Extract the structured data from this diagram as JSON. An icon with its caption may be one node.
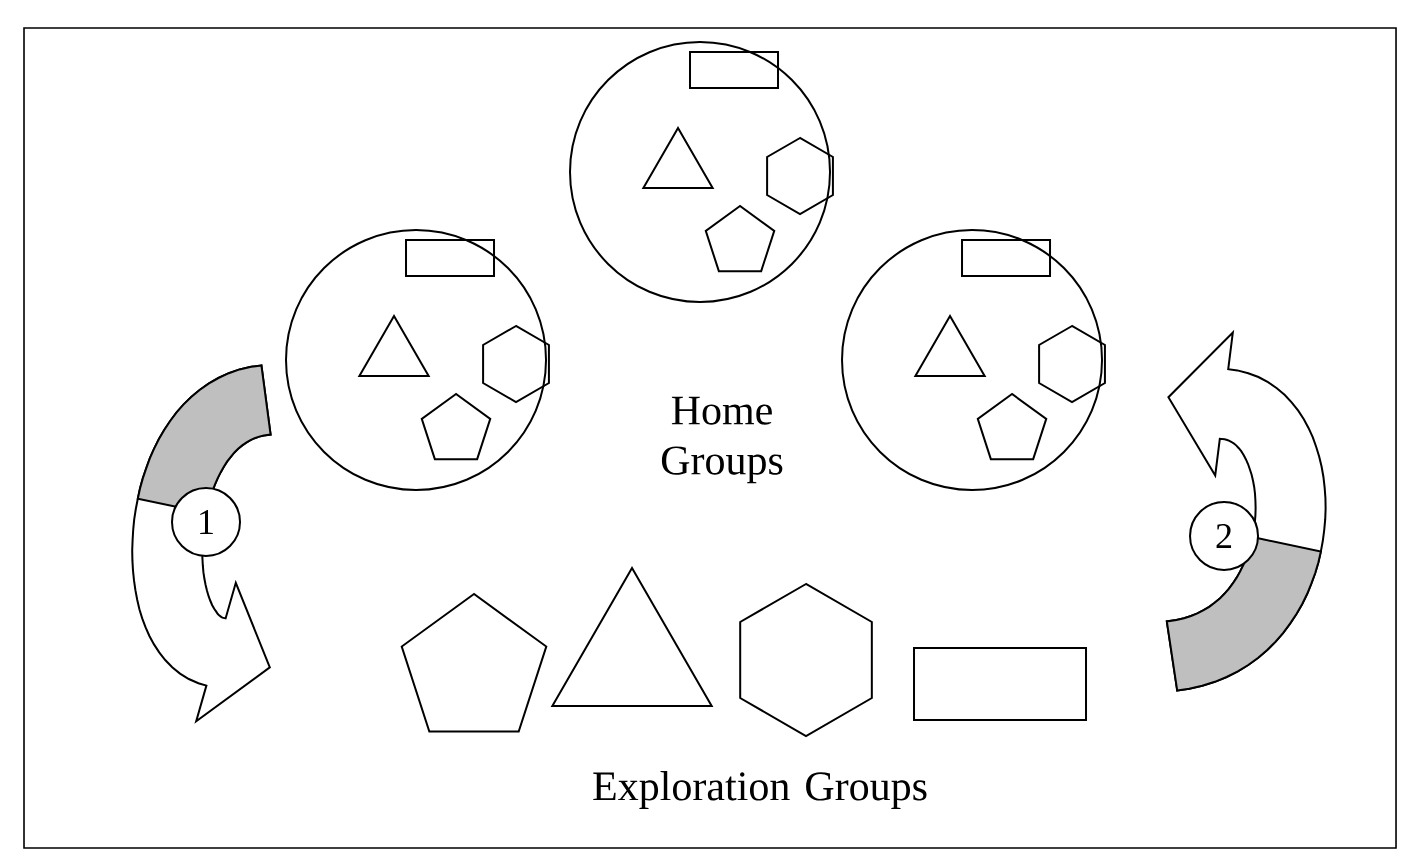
{
  "diagram": {
    "nodes": [
      {
        "text": [],
        "shape": "circle"
      },
      {
        "text": [],
        "shape": "box",
        "in": 0
      },
      {
        "text": [],
        "shape": "triangle",
        "in": 0
      },
      {
        "text": [],
        "shape": "hexagon",
        "in": 0
      },
      {
        "text": [],
        "shape": "pentagon",
        "in": 0
      },
      {
        "text": [],
        "shape": "circle"
      },
      {
        "text": [],
        "shape": "box",
        "in": 5
      },
      {
        "text": [],
        "shape": "triangle",
        "in": 5
      },
      {
        "text": [],
        "shape": "hexagon",
        "in": 5
      },
      {
        "text": [],
        "shape": "pentagon",
        "in": 5
      },
      {
        "text": [],
        "shape": "circle"
      },
      {
        "text": [],
        "shape": "box",
        "in": 10
      },
      {
        "text": [],
        "shape": "triangle",
        "in": 10
      },
      {
        "text": [],
        "shape": "hexagon",
        "in": 10
      },
      {
        "text": [],
        "shape": "pentagon",
        "in": 10
      },
      {
        "text": [],
        "shape": "pentagon"
      },
      {
        "text": [],
        "shape": "triangle"
      },
      {
        "text": [],
        "shape": "hexagon"
      },
      {
        "text": [],
        "shape": "box"
      }
    ],
    "labels": [
      "Home Groups",
      "1",
      "2",
      "Exploration Groups"
    ]
  }
}
